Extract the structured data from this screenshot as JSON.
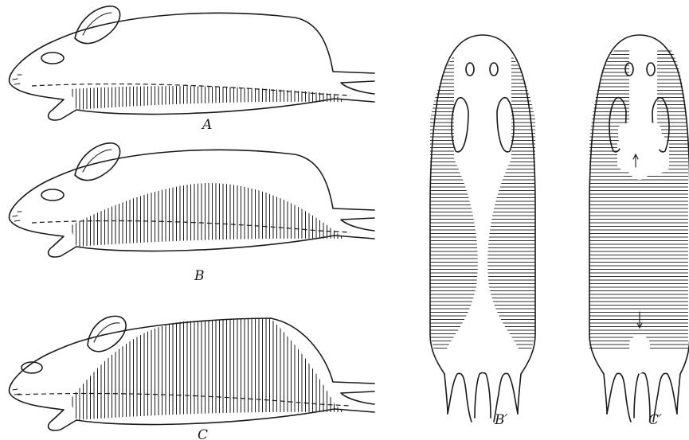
{
  "figure": {
    "labels": {
      "a": "A",
      "b": "B",
      "c": "C",
      "b_prime": "B′",
      "c_prime": "C′"
    }
  },
  "colors": {
    "ink": "#1a1a1a",
    "paper": "#ffffff"
  }
}
